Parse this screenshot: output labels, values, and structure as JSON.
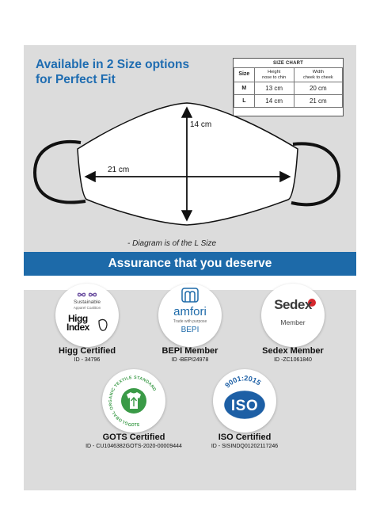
{
  "headline": {
    "line1": "Available in 2 Size options",
    "line2": "for Perfect Fit"
  },
  "size_chart": {
    "title": "SIZE CHART",
    "headers": {
      "size": "Size",
      "height_l1": "Height",
      "height_l2": "nose to chin",
      "width_l1": "Width",
      "width_l2": "cheek to cheek"
    },
    "rows": [
      {
        "size": "M",
        "height": "13 cm",
        "width": "20 cm"
      },
      {
        "size": "L",
        "height": "14 cm",
        "width": "21 cm"
      }
    ]
  },
  "diagram": {
    "height_label": "14 cm",
    "width_label": "21 cm",
    "note": "- Diagram is of the L Size"
  },
  "banner": {
    "text": "Assurance that you deserve"
  },
  "certifications": {
    "higg": {
      "logo_top": "Sustainable",
      "logo_sub": "Apparel Coalition",
      "logo_main1": "Higg",
      "logo_main2": "Index",
      "title": "Higg Certified",
      "id": "ID - 34796"
    },
    "bepi": {
      "logo_main": "amfori",
      "logo_sub": "Trade with purpose",
      "logo_bottom": "BEPI",
      "title": "BEPI Member",
      "id": "ID -BEPI24978"
    },
    "sedex": {
      "logo_main": "Sedex",
      "logo_sub": "Member",
      "title": "Sedex Member",
      "id": "ID -ZC1061840"
    },
    "gots": {
      "ring_text": "GLOBAL ORGANIC TEXTILE STANDARD",
      "ring_bottom": "GOTS",
      "title": "GOTS Certified",
      "id": "ID - CU1046382GOTS-2020-00009444"
    },
    "iso": {
      "standard": "9001:2015",
      "logo_main": "ISO",
      "title": "ISO Certified",
      "id": "ID - SISINDQ01202117246"
    }
  },
  "colors": {
    "brand_blue": "#1d6aa9",
    "panel_gray": "#dcdcdc",
    "gots_green": "#3a9a47",
    "sedex_red": "#d5282e"
  }
}
